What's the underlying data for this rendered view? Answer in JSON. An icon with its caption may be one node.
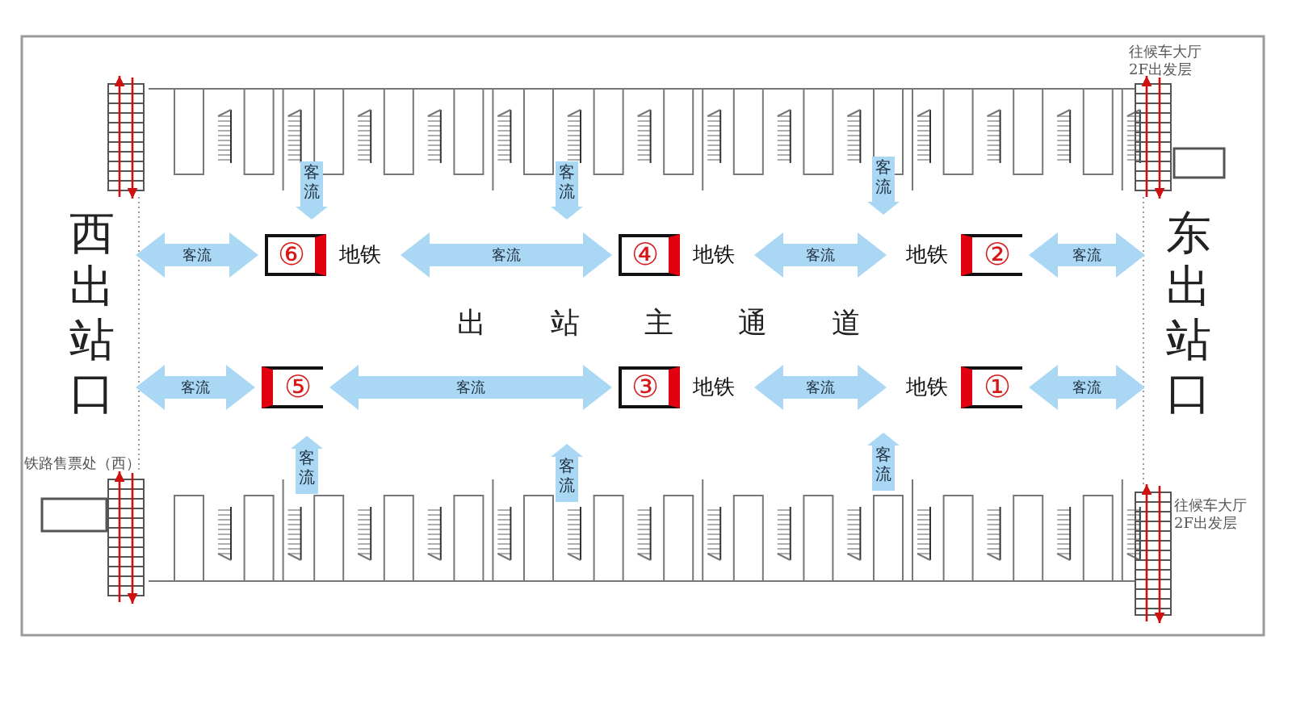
{
  "diagram": {
    "nodes": [
      {
        "text": [
          "西出站口"
        ]
      },
      {
        "text": [
          "⑥"
        ],
        "beside": [
          "地铁"
        ]
      },
      {
        "text": [
          "④"
        ],
        "beside": [
          "地铁"
        ]
      },
      {
        "text": [
          "②"
        ],
        "beside": [
          "地铁"
        ]
      },
      {
        "text": [
          "东出站口"
        ]
      },
      {
        "text": [
          "⑤"
        ]
      },
      {
        "text": [
          "③"
        ],
        "beside": [
          "地铁"
        ]
      },
      {
        "text": [
          "①"
        ],
        "beside": [
          "地铁"
        ]
      }
    ],
    "edges": [
      {
        "from": 0,
        "to": 1,
        "arrow": "both",
        "label": "客流"
      },
      {
        "from": 1,
        "to": 2,
        "arrow": "both",
        "label": "客流"
      },
      {
        "from": 2,
        "to": 3,
        "arrow": "both",
        "label": "客流"
      },
      {
        "from": 3,
        "to": 4,
        "arrow": "both",
        "label": "客流"
      },
      {
        "from": 0,
        "to": 5,
        "arrow": "both",
        "label": "客流"
      },
      {
        "from": 5,
        "to": 6,
        "arrow": "both",
        "label": "客流"
      },
      {
        "from": 6,
        "to": 7,
        "arrow": "both",
        "label": "客流"
      },
      {
        "from": 7,
        "to": 4,
        "arrow": "both",
        "label": "客流"
      }
    ],
    "labels": [
      "往候车大厅2F出发层",
      "客流",
      "客流",
      "客流",
      "出站主通道",
      "铁路售票处（西）",
      "客流",
      "客流",
      "客流",
      "往候车大厅2F出发层"
    ]
  }
}
